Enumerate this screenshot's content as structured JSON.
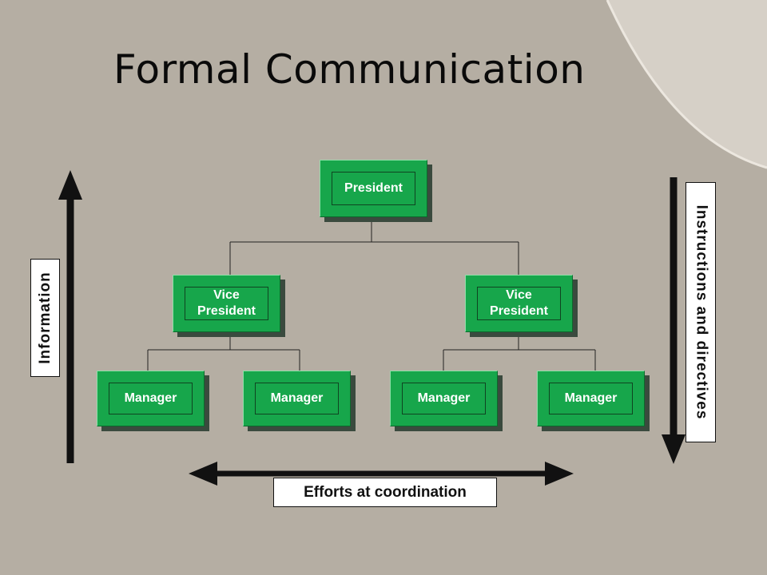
{
  "slide": {
    "title": "Formal Communication",
    "colors": {
      "background": "#b5aea3",
      "node_fill": "#17a64b",
      "arrow": "#111111"
    }
  },
  "org_chart": {
    "president": {
      "label": "President"
    },
    "vice_presidents": [
      {
        "label": "Vice\nPresident"
      },
      {
        "label": "Vice\nPresident"
      }
    ],
    "managers": [
      {
        "label": "Manager"
      },
      {
        "label": "Manager"
      },
      {
        "label": "Manager"
      },
      {
        "label": "Manager"
      }
    ]
  },
  "arrows": {
    "up": {
      "label": "Information",
      "direction": "up"
    },
    "down": {
      "label": "Instructions and directives",
      "direction": "down"
    },
    "horizontal": {
      "label": "Efforts at coordination",
      "direction": "both"
    }
  }
}
